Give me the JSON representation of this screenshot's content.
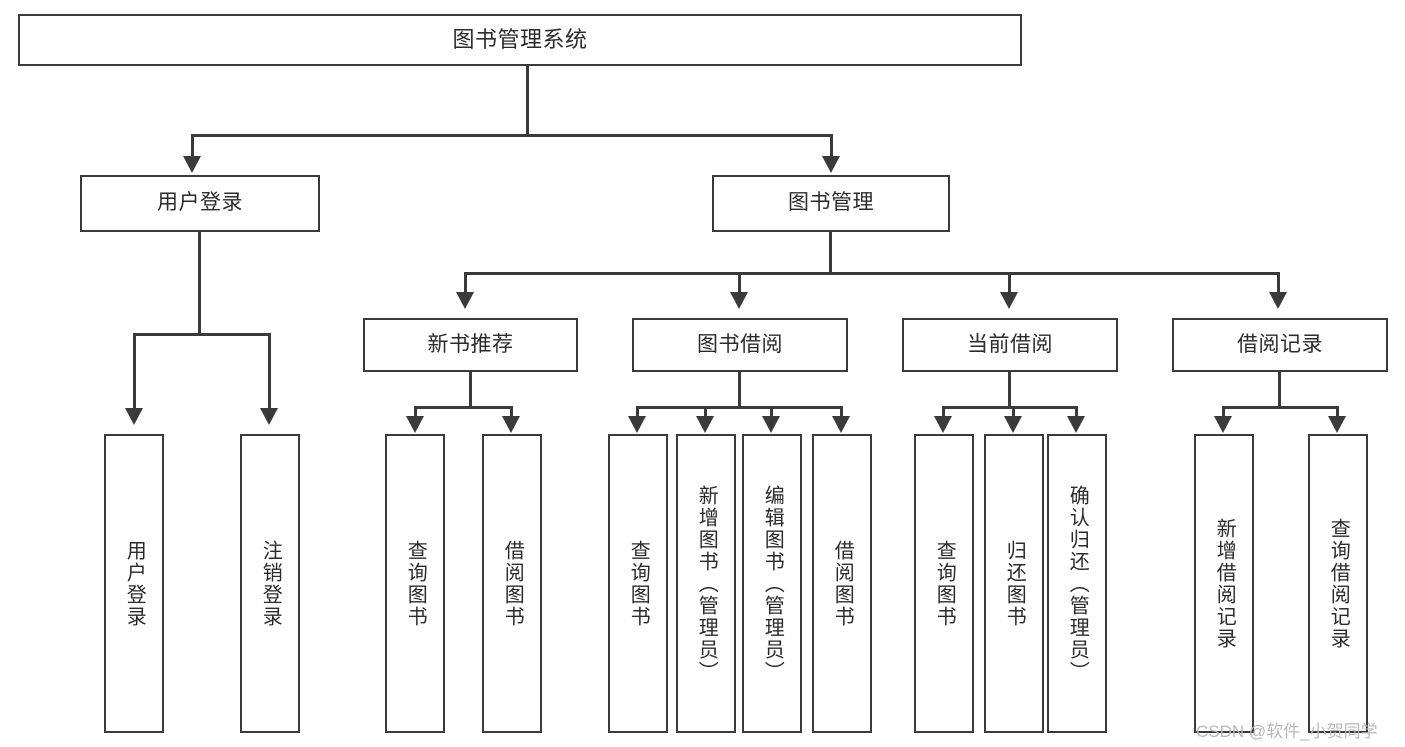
{
  "diagram": {
    "title": "图书管理系统",
    "type": "功能结构图",
    "root": {
      "label": "图书管理系统"
    },
    "level1": [
      {
        "label": "用户登录"
      },
      {
        "label": "图书管理"
      }
    ],
    "level2": [
      {
        "label": "新书推荐"
      },
      {
        "label": "图书借阅"
      },
      {
        "label": "当前借阅"
      },
      {
        "label": "借阅记录"
      }
    ],
    "leaves": {
      "user_login": [
        {
          "label": "用户登录"
        },
        {
          "label": "注销登录"
        }
      ],
      "new_book": [
        {
          "label": "查询图书"
        },
        {
          "label": "借阅图书"
        }
      ],
      "borrow_book": [
        {
          "label": "查询图书"
        },
        {
          "label": "新增图书（管理员）"
        },
        {
          "label": "编辑图书（管理员）"
        },
        {
          "label": "借阅图书"
        }
      ],
      "current_borrow": [
        {
          "label": "查询图书"
        },
        {
          "label": "归还图书"
        },
        {
          "label": "确认归还（管理员）"
        }
      ],
      "borrow_record": [
        {
          "label": "新增借阅记录"
        },
        {
          "label": "查询借阅记录"
        }
      ]
    }
  },
  "watermark": {
    "text": "CSDN @软件_小贺同学"
  },
  "colors": {
    "border": "#3a3a3a",
    "text": "#2b2b2b",
    "background": "#ffffff",
    "watermark": "#b8b8b8"
  }
}
